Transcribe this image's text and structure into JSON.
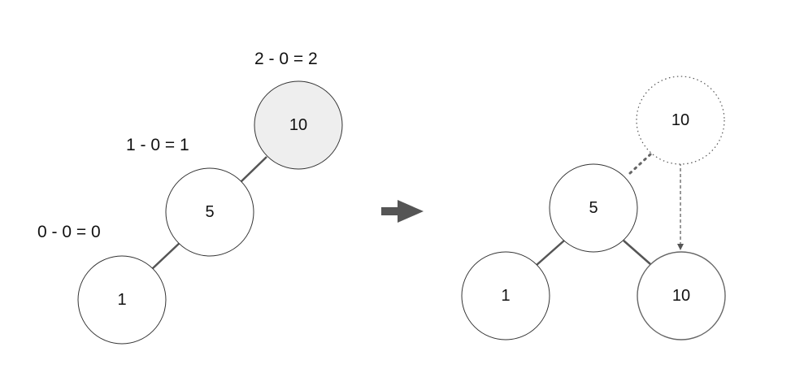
{
  "before_tree": {
    "nodes": [
      {
        "id": "root",
        "label": "10",
        "highlight": true
      },
      {
        "id": "mid",
        "label": "5"
      },
      {
        "id": "leaf",
        "label": "1"
      }
    ],
    "balance_labels": {
      "root": "2 - 0 = 2",
      "mid": "1 - 0 = 1",
      "leaf": "0 - 0 = 0"
    }
  },
  "after_tree": {
    "nodes": [
      {
        "id": "ghost",
        "label": "10",
        "style": "dotted"
      },
      {
        "id": "root",
        "label": "5"
      },
      {
        "id": "left",
        "label": "1"
      },
      {
        "id": "right",
        "label": "10"
      }
    ]
  },
  "arrow_color": "#555555",
  "highlight_fill": "#eeeeee"
}
